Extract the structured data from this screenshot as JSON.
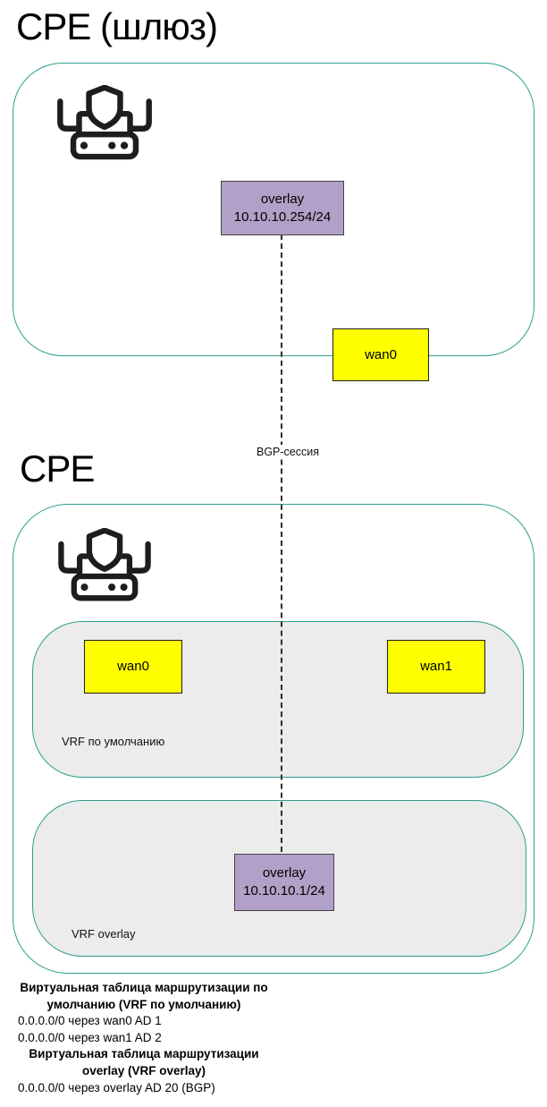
{
  "gateway": {
    "title": "CPE (шлюз)",
    "overlay_interface": {
      "name": "overlay",
      "ip": "10.10.10.254/24"
    },
    "wan0_label": "wan0"
  },
  "link": {
    "label": "BGP-сессия"
  },
  "cpe": {
    "title": "CPE",
    "vrf_default": {
      "label": "VRF по умолчанию",
      "wan0_label": "wan0",
      "wan1_label": "wan1"
    },
    "vrf_overlay": {
      "label": "VRF overlay",
      "overlay_interface": {
        "name": "overlay",
        "ip": "10.10.10.1/24"
      }
    }
  },
  "routing_tables": {
    "default": {
      "title_line1": "Виртуальная таблица маршрутизации по",
      "title_line2": "умолчанию (VRF по умолчанию)",
      "routes": [
        "0.0.0.0/0 через wan0 AD 1",
        "0.0.0.0/0 через wan1 AD 2"
      ]
    },
    "overlay": {
      "title_line1": "Виртуальная таблица маршрутизации",
      "title_line2": "overlay (VRF overlay)",
      "routes": [
        "0.0.0.0/0 через overlay AD 20 (BGP)"
      ]
    }
  },
  "icons": {
    "router": "router-with-shield-icon"
  },
  "colors": {
    "container_border_teal": "#2e9f8e",
    "vrf_zone_fill": "#ececec",
    "interface_overlay_fill": "#b1a0c7",
    "interface_wan_fill": "#ffff00",
    "link_dash": "#2e2e2e",
    "text": "#000000",
    "icon": "#1d1d1b"
  }
}
